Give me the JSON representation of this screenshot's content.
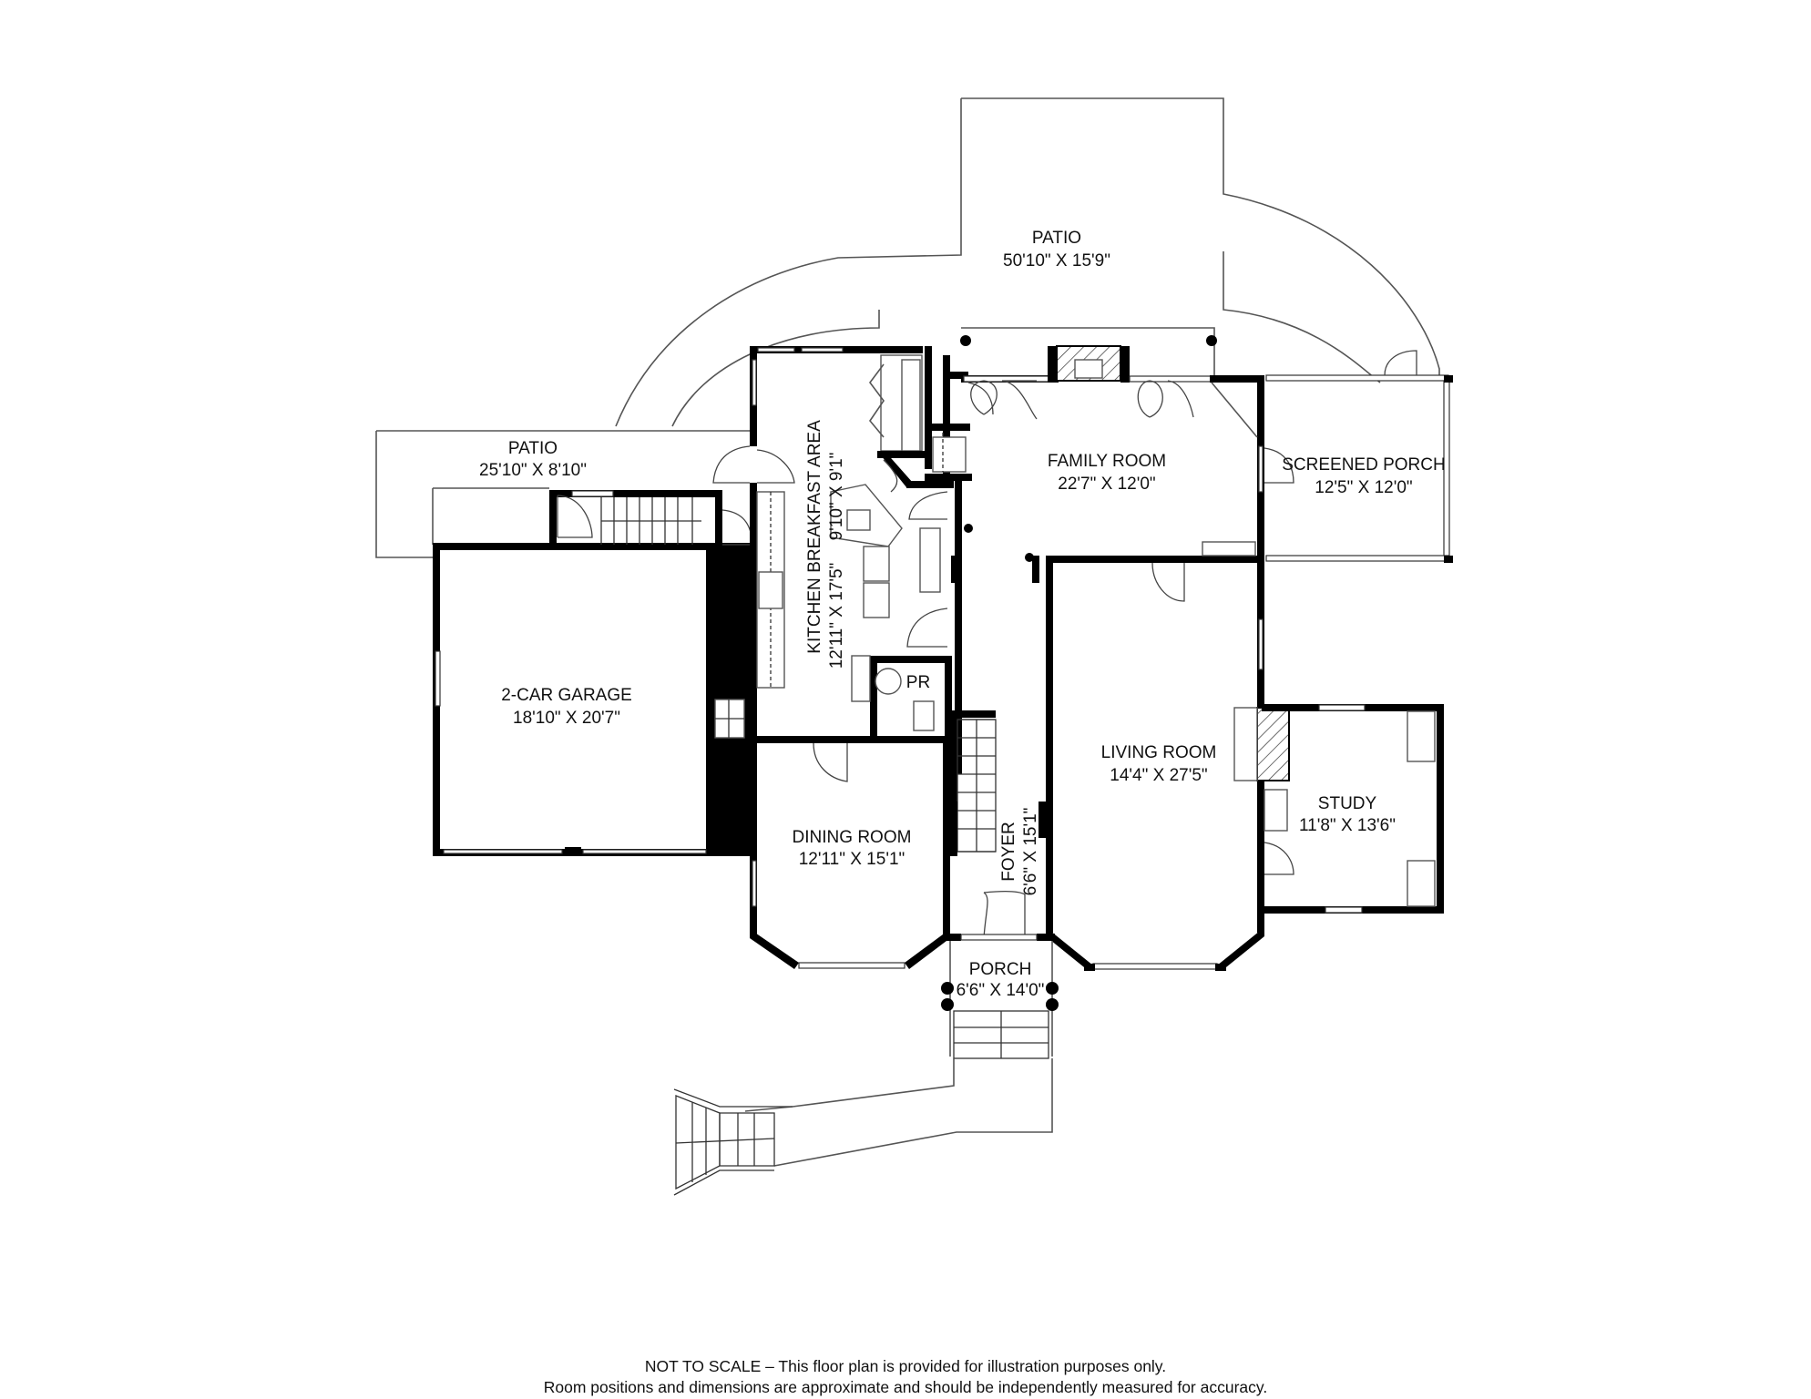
{
  "floor_plan": {
    "rooms": [
      {
        "id": "patio_rear",
        "name": "PATIO",
        "dimensions": "50'10\" X 15'9\""
      },
      {
        "id": "patio_side",
        "name": "PATIO",
        "dimensions": "25'10\" X 8'10\""
      },
      {
        "id": "breakfast",
        "name": "BREAKFAST AREA",
        "dimensions": "9'10\" X 9'1\""
      },
      {
        "id": "family",
        "name": "FAMILY ROOM",
        "dimensions": "22'7\" X 12'0\""
      },
      {
        "id": "screened_porch",
        "name": "SCREENED PORCH",
        "dimensions": "12'5\" X 12'0\""
      },
      {
        "id": "garage",
        "name": "2-CAR GARAGE",
        "dimensions": "18'10\" X 20'7\""
      },
      {
        "id": "kitchen",
        "name": "KITCHEN",
        "dimensions": "12'11\" X 17'5\""
      },
      {
        "id": "powder",
        "name": "PR",
        "dimensions": ""
      },
      {
        "id": "living",
        "name": "LIVING ROOM",
        "dimensions": "14'4\" X 27'5\""
      },
      {
        "id": "study",
        "name": "STUDY",
        "dimensions": "11'8\" X 13'6\""
      },
      {
        "id": "dining",
        "name": "DINING ROOM",
        "dimensions": "12'11\" X 15'1\""
      },
      {
        "id": "foyer",
        "name": "FOYER",
        "dimensions": "6'6\" X 15'1\""
      },
      {
        "id": "porch",
        "name": "PORCH",
        "dimensions": "6'6\" X 14'0\""
      }
    ],
    "disclaimer": {
      "line1": "NOT TO SCALE – This floor plan is provided for illustration purposes only.",
      "line2": "Room positions and dimensions are approximate and should be independently measured for accuracy."
    },
    "colors": {
      "wall": "#000000",
      "line": "#555555",
      "background": "#ffffff"
    }
  }
}
